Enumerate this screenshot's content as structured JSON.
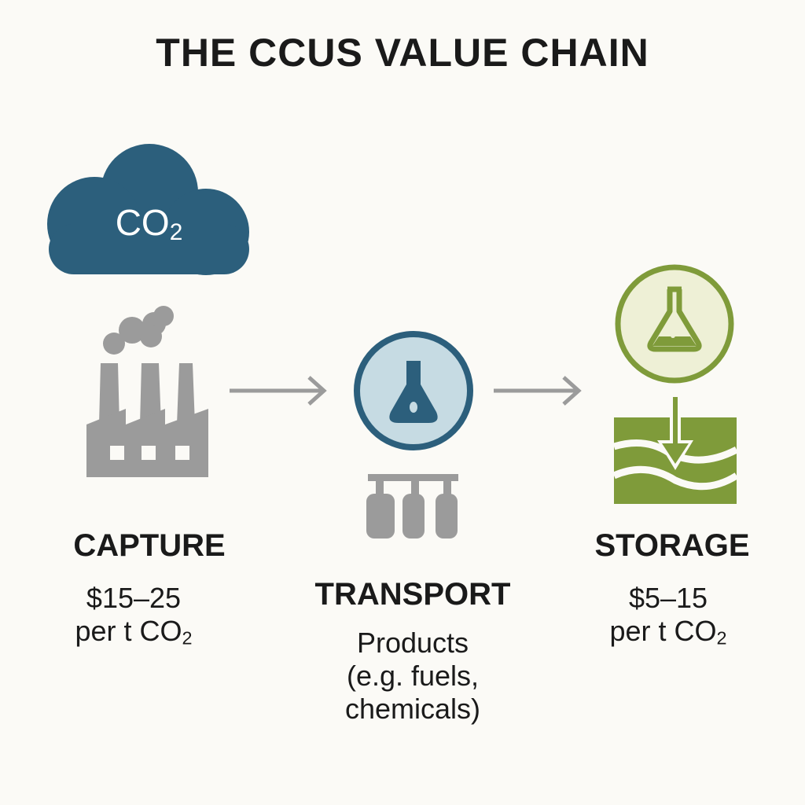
{
  "title": "THE CCUS VALUE CHAIN",
  "cloud_label": "CO",
  "cloud_sub": "2",
  "stages": [
    {
      "name": "CAPTURE",
      "line1": "$15–25",
      "line2": "per t CO",
      "line2_sub": "2"
    },
    {
      "name": "TRANSPORT",
      "line1": "Products",
      "line2": "(e.g. fuels,",
      "line3": "chemicals)"
    },
    {
      "name": "STORAGE",
      "line1": "$5–15",
      "line2": "per t CO",
      "line2_sub": "2"
    }
  ],
  "colors": {
    "blue": "#2c5f7c",
    "light_blue": "#c6dbe3",
    "green": "#7f9b3a",
    "light_green": "#eef0d6",
    "gray": "#9b9b9b",
    "background": "#fbfaf6"
  }
}
